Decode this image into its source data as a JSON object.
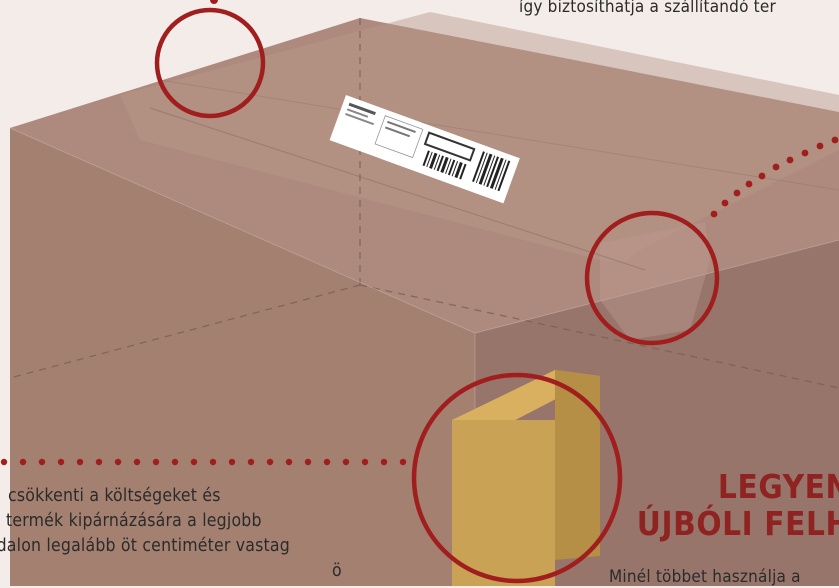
{
  "texts": {
    "top_right": "így biztosíthatja a szállítandó ter",
    "bottom_left": [
      "csökkenti a költségeket és",
      " termék kipárnázására a legjobb",
      "ldalon legalább öt centiméter vastag",
      "ö"
    ],
    "heading": [
      "LEGYEN",
      "ÚJBÓLI FELH"
    ],
    "bottom_right": "Minél többet használja a"
  },
  "colors": {
    "background": "#f3ece8",
    "box_front": "#a38070",
    "box_top": "#ad8a7d",
    "box_right": "#97756a",
    "highlight_circle": "#a01e1e",
    "heading": "#8f2322",
    "filler": "#caa255"
  },
  "icons": {
    "shipping_label": "shipping-label-icon",
    "dotted_leader": "dotted-line-icon"
  }
}
